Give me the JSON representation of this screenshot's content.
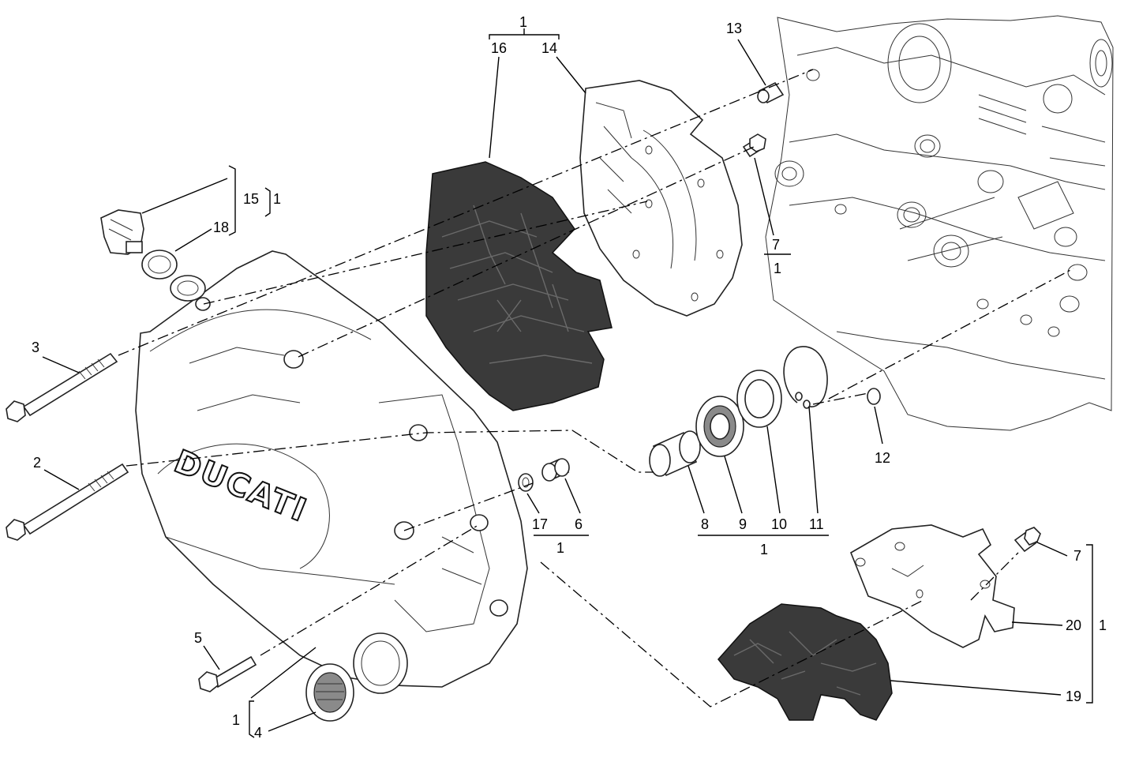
{
  "brand_text": "DUCATI",
  "callouts": {
    "c1_top": "1",
    "c16": "16",
    "c14": "14",
    "c13": "13",
    "c15": "15",
    "c15_group": "1",
    "c18": "18",
    "c3": "3",
    "c2": "2",
    "c7_top": "7",
    "c7_top_group": "1",
    "c12": "12",
    "c17": "17",
    "c6": "6",
    "c17_6_group": "1",
    "c8": "8",
    "c9": "9",
    "c10": "10",
    "c11": "11",
    "c8_11_group": "1",
    "c5": "5",
    "c1_bottom": "1",
    "c4": "4",
    "c7_right": "7",
    "c20": "20",
    "c20_group": "1",
    "c19": "19"
  },
  "colors": {
    "line": "#000000",
    "dark_part": "#3a3a3a",
    "background": "#ffffff"
  }
}
